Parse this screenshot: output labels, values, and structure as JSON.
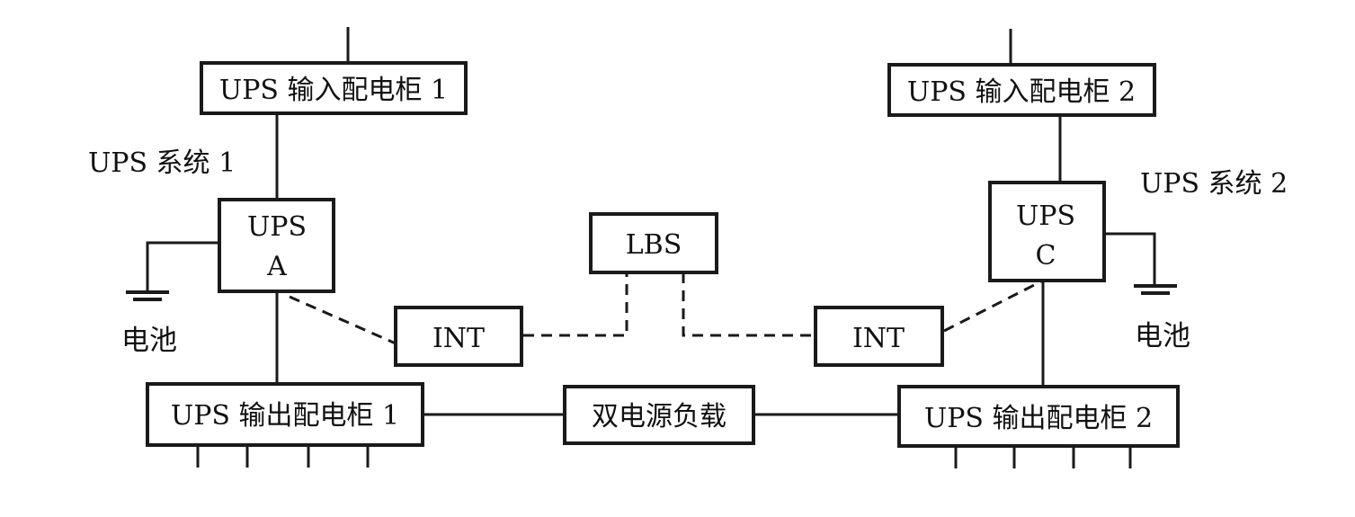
{
  "input_cabinet_1": "UPS 输入配电柜 1",
  "input_cabinet_2": "UPS 输入配电柜 2",
  "system_1": "UPS 系统 1",
  "system_2": "UPS 系统 2",
  "ups_a": {
    "line1": "UPS",
    "line2": "A"
  },
  "ups_c": {
    "line1": "UPS",
    "line2": "C"
  },
  "lbs": "LBS",
  "int_left": "INT",
  "int_right": "INT",
  "battery_left": "电池",
  "battery_right": "电池",
  "output_cabinet_1": "UPS 输出配电柜 1",
  "output_cabinet_2": "UPS 输出配电柜 2",
  "dual_power_load": "双电源负载"
}
